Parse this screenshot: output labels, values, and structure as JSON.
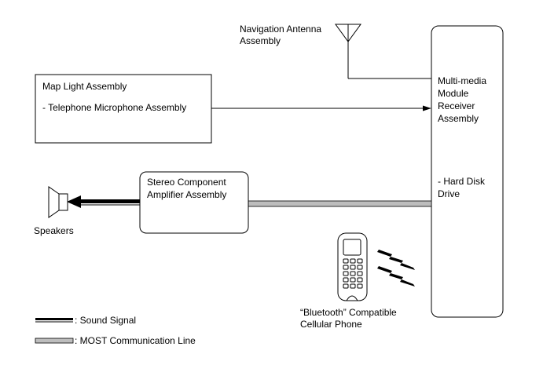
{
  "antenna": {
    "label_line1": "Navigation Antenna",
    "label_line2": "Assembly"
  },
  "map_light": {
    "title": "Map Light Assembly",
    "sub_item": "- Telephone Microphone Assembly"
  },
  "receiver": {
    "line1": "Multi-media",
    "line2": "Module",
    "line3": "Receiver",
    "line4": "Assembly",
    "sub_line1": "- Hard Disk",
    "sub_line2": "Drive"
  },
  "amplifier": {
    "line1": "Stereo Component",
    "line2": "Amplifier Assembly"
  },
  "speakers": {
    "label": "Speakers"
  },
  "phone": {
    "label_line1": "“Bluetooth” Compatible",
    "label_line2": "Cellular Phone"
  },
  "legend": {
    "sound_signal": ": Sound Signal",
    "most_line": ": MOST Communication Line"
  }
}
